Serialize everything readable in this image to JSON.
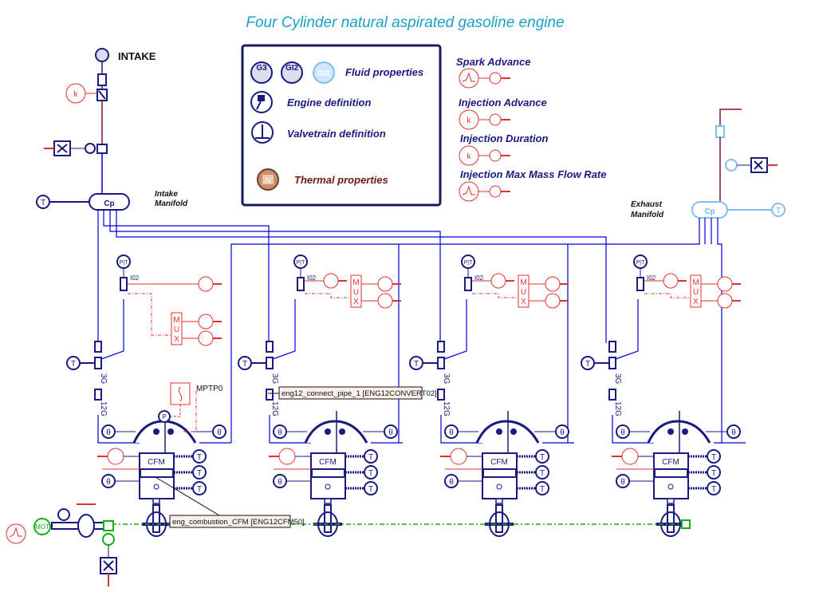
{
  "title": "Four Cylinder natural aspirated gasoline engine",
  "labels": {
    "intake": "INTAKE",
    "intake_manifold_1": "Intake",
    "intake_manifold_2": "Manifold",
    "exhaust_manifold_1": "Exhaust",
    "exhaust_manifold_2": "Manifold",
    "mptp": "MPTP0"
  },
  "properties_panel": {
    "fluid_icons": [
      "G3",
      "GI2",
      "GI2"
    ],
    "fluid": "Fluid properties",
    "engine": "Engine definition",
    "valvetrain": "Valvetrain definition",
    "thermal_icon": "Al",
    "thermal": "Thermal properties"
  },
  "controls": [
    {
      "label": "Spark Advance",
      "source": "curve-icon"
    },
    {
      "label": "Injection Advance",
      "source": "k"
    },
    {
      "label": "Injection Duration",
      "source": "k"
    },
    {
      "label": "Injection Max Mass Flow Rate",
      "source": "curve-icon"
    }
  ],
  "component_labels": {
    "cfm": "CFM",
    "injector": "I02",
    "port_3g": "3G",
    "port_12g": "12G",
    "mux": [
      "M",
      "U",
      "X"
    ],
    "temp": "T",
    "theta": "θ",
    "pressure": "P",
    "cp": "Cp",
    "k": "k",
    "motor": "MOT",
    "pt": "P|T"
  },
  "callouts": {
    "pipe": "eng12_connect_pipe_1 [ENG12CONVERT02]",
    "combustion": "eng_combustion_CFM [ENG12CFM50]"
  },
  "colors": {
    "title": "#1aa0c8",
    "hydraulic_blue": "#1a1a80",
    "pipe_blue": "#0000e0",
    "signal_red": "#e03030",
    "mechanical_green": "#10b010",
    "exhaust_lightblue": "#70b8f0",
    "maroon_line": "#801040"
  },
  "cylinders": 4
}
